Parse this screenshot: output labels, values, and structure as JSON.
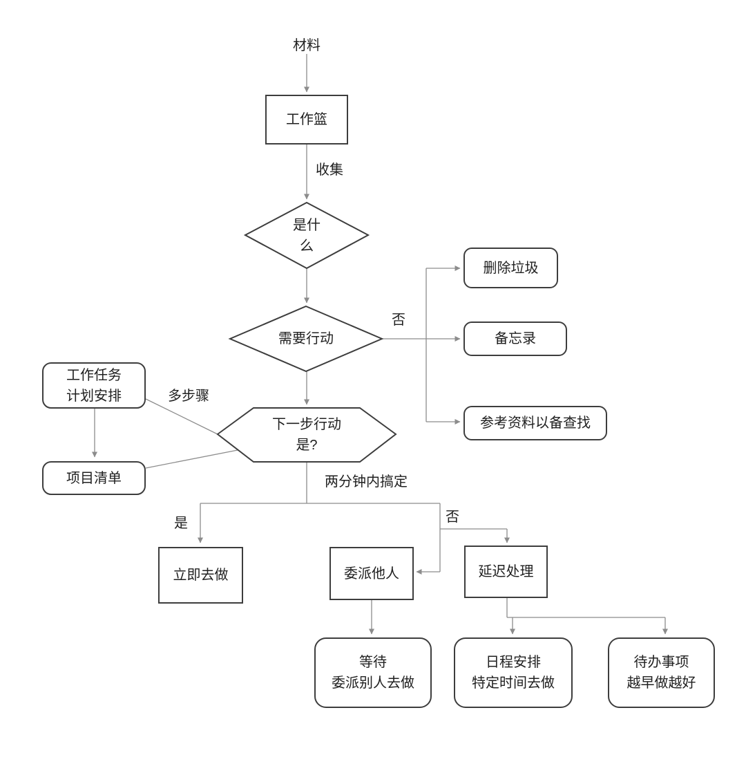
{
  "diagram": {
    "nodes": {
      "material": "材料",
      "inbox": "工作篮",
      "what_is_it": {
        "line1": "是什",
        "line2": "么"
      },
      "need_action": "需要行动",
      "trash": "删除垃圾",
      "memo": "备忘录",
      "reference": "参考资料以备查找",
      "work_task": {
        "line1": "工作任务",
        "line2": "计划安排"
      },
      "project_list": "项目清单",
      "next_action": {
        "line1": "下一步行动",
        "line2": "是?"
      },
      "do_now": "立即去做",
      "delegate": "委派他人",
      "defer": "延迟处理",
      "waiting": {
        "line1": "等待",
        "line2": "委派别人去做"
      },
      "schedule": {
        "line1": "日程安排",
        "line2": "特定时间去做"
      },
      "todo": {
        "line1": "待办事项",
        "line2": "越早做越好"
      }
    },
    "edge_labels": {
      "collect": "收集",
      "no_action": "否",
      "multi_step": "多步骤",
      "two_minutes": "两分钟内搞定",
      "yes": "是",
      "no_defer": "否"
    },
    "colors": {
      "background": "#ffffff",
      "shape_border": "#3d3d3d",
      "connector": "#8c8c8c",
      "text": "#1f1f1f"
    }
  }
}
